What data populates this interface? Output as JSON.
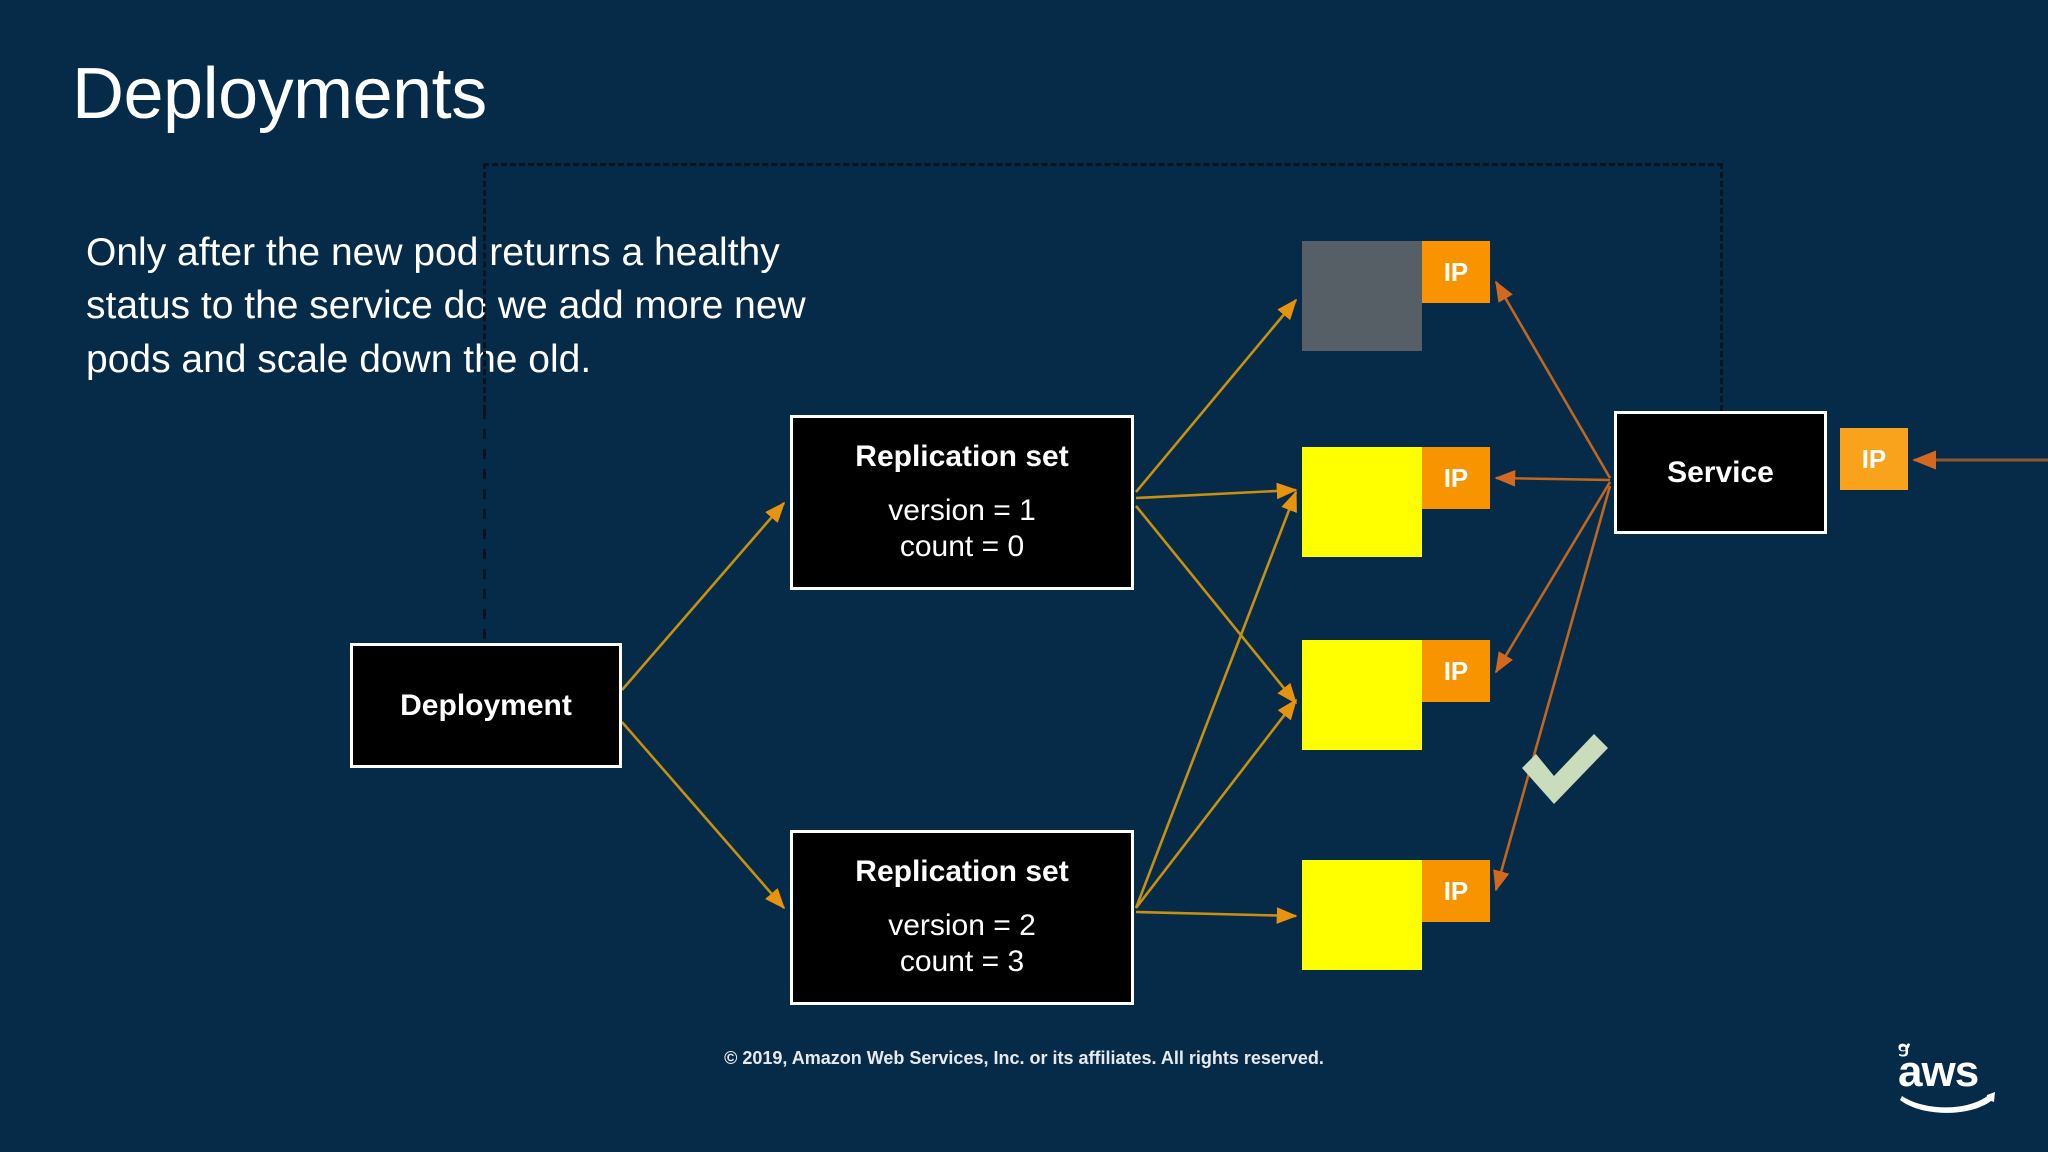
{
  "slide": {
    "title": "Deployments",
    "background_color": "#052B49",
    "body_lines": [
      "Only after the new pod returns a healthy",
      "status to the service do we add more new",
      "pods and scale down the old."
    ]
  },
  "diagram": {
    "deployment": {
      "label": "Deployment"
    },
    "replication_sets": [
      {
        "title": "Replication set",
        "version_line": "version = 1",
        "count_line": "count = 0"
      },
      {
        "title": "Replication set",
        "version_line": "version = 2",
        "count_line": "count = 3"
      }
    ],
    "service": {
      "label": "Service",
      "ip_label": "IP"
    },
    "pods": [
      {
        "state": "inactive",
        "color": "#565E66",
        "ip_label": "IP"
      },
      {
        "state": "active",
        "color": "#FFFF00",
        "ip_label": "IP"
      },
      {
        "state": "active",
        "color": "#FFFF00",
        "ip_label": "IP"
      },
      {
        "state": "active",
        "color": "#FFFF00",
        "ip_label": "IP"
      }
    ],
    "status_check": {
      "icon": "check-icon",
      "color": "#C9DCBB"
    },
    "boundary": {
      "style": "dashed",
      "color": "#0a1420"
    },
    "arrow_color": "#D68910",
    "arrow_color_alt": "#C1661E"
  },
  "footer": {
    "copyright": "© 2019, Amazon Web Services, Inc. or its affiliates. All rights reserved.",
    "logo": "aws-logo"
  }
}
